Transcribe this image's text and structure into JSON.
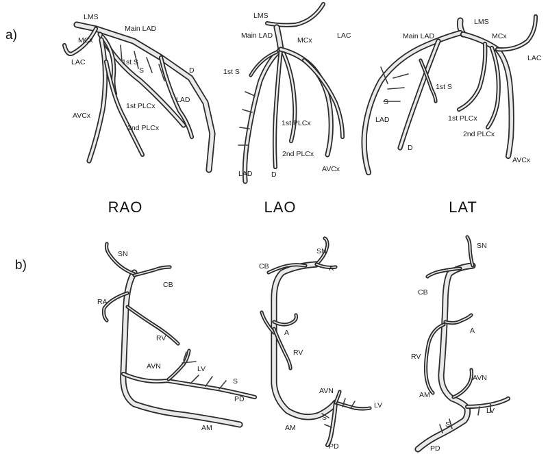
{
  "rows": [
    {
      "label": "a)"
    },
    {
      "label": "b)"
    }
  ],
  "views": [
    {
      "label": "RAO"
    },
    {
      "label": "LAO"
    },
    {
      "label": "LAT"
    }
  ],
  "left_coronary": {
    "rao": {
      "lms": "LMS",
      "main_lad": "Main LAD",
      "mcx": "MCx",
      "lac": "LAC",
      "first_s": "1st S",
      "s": "S",
      "d": "D",
      "lad": "LAD",
      "first_plcx": "1st PLCx",
      "avcx": "AVCx",
      "second_plcx": "2nd PLCx"
    },
    "lao": {
      "lms": "LMS",
      "main_lad": "Main LAD",
      "mcx": "MCx",
      "lac": "LAC",
      "first_s": "1st S",
      "first_plcx": "1st PLCx",
      "second_plcx": "2nd PLCx",
      "lad": "LAD",
      "d": "D",
      "avcx": "AVCx"
    },
    "lat": {
      "lms": "LMS",
      "main_lad": "Main LAD",
      "mcx": "MCx",
      "lac": "LAC",
      "first_s": "1st S",
      "s": "S",
      "lad": "LAD",
      "first_plcx": "1st PLCx",
      "second_plcx": "2nd PLCx",
      "d": "D",
      "avcx": "AVCx"
    }
  },
  "right_coronary": {
    "rao": {
      "sn": "SN",
      "cb": "CB",
      "ra": "RA",
      "rv": "RV",
      "avn": "AVN",
      "lv": "LV",
      "s": "S",
      "pd": "PD",
      "am": "AM"
    },
    "lao": {
      "sn": "SN",
      "cb": "CB",
      "a": "A",
      "a2": "A",
      "rv": "RV",
      "avn": "AVN",
      "lv": "LV",
      "am": "AM",
      "s": "S",
      "pd": "PD"
    },
    "lat": {
      "sn": "SN",
      "cb": "CB",
      "a": "A",
      "rv": "RV",
      "avn": "AVN",
      "am": "AM",
      "lv": "LV",
      "s": "S",
      "pd": "PD"
    }
  }
}
